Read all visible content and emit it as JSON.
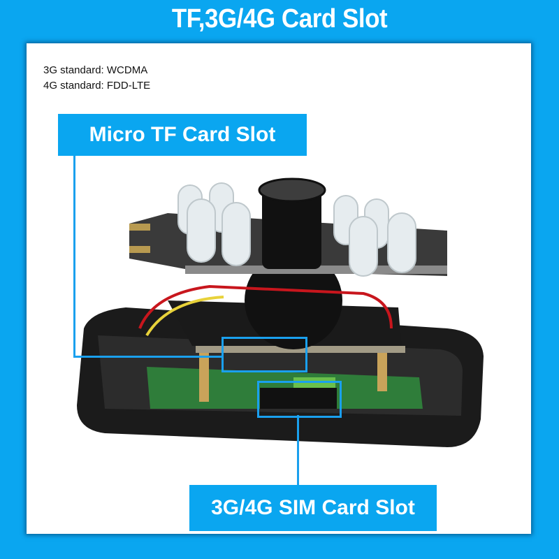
{
  "header": {
    "title": "TF,3G/4G Card Slot"
  },
  "specs": [
    "3G standard: WCDMA",
    "4G standard: FDD-LTE"
  ],
  "callouts": {
    "tf_slot": "Micro TF Card Slot",
    "sim_slot": "3G/4G SIM Card Slot"
  },
  "product": {
    "description": "IR camera board module with lens, infrared LEDs and PCB stack in black housing"
  },
  "colors": {
    "accent": "#0aa6f0",
    "panel": "#ffffff"
  }
}
